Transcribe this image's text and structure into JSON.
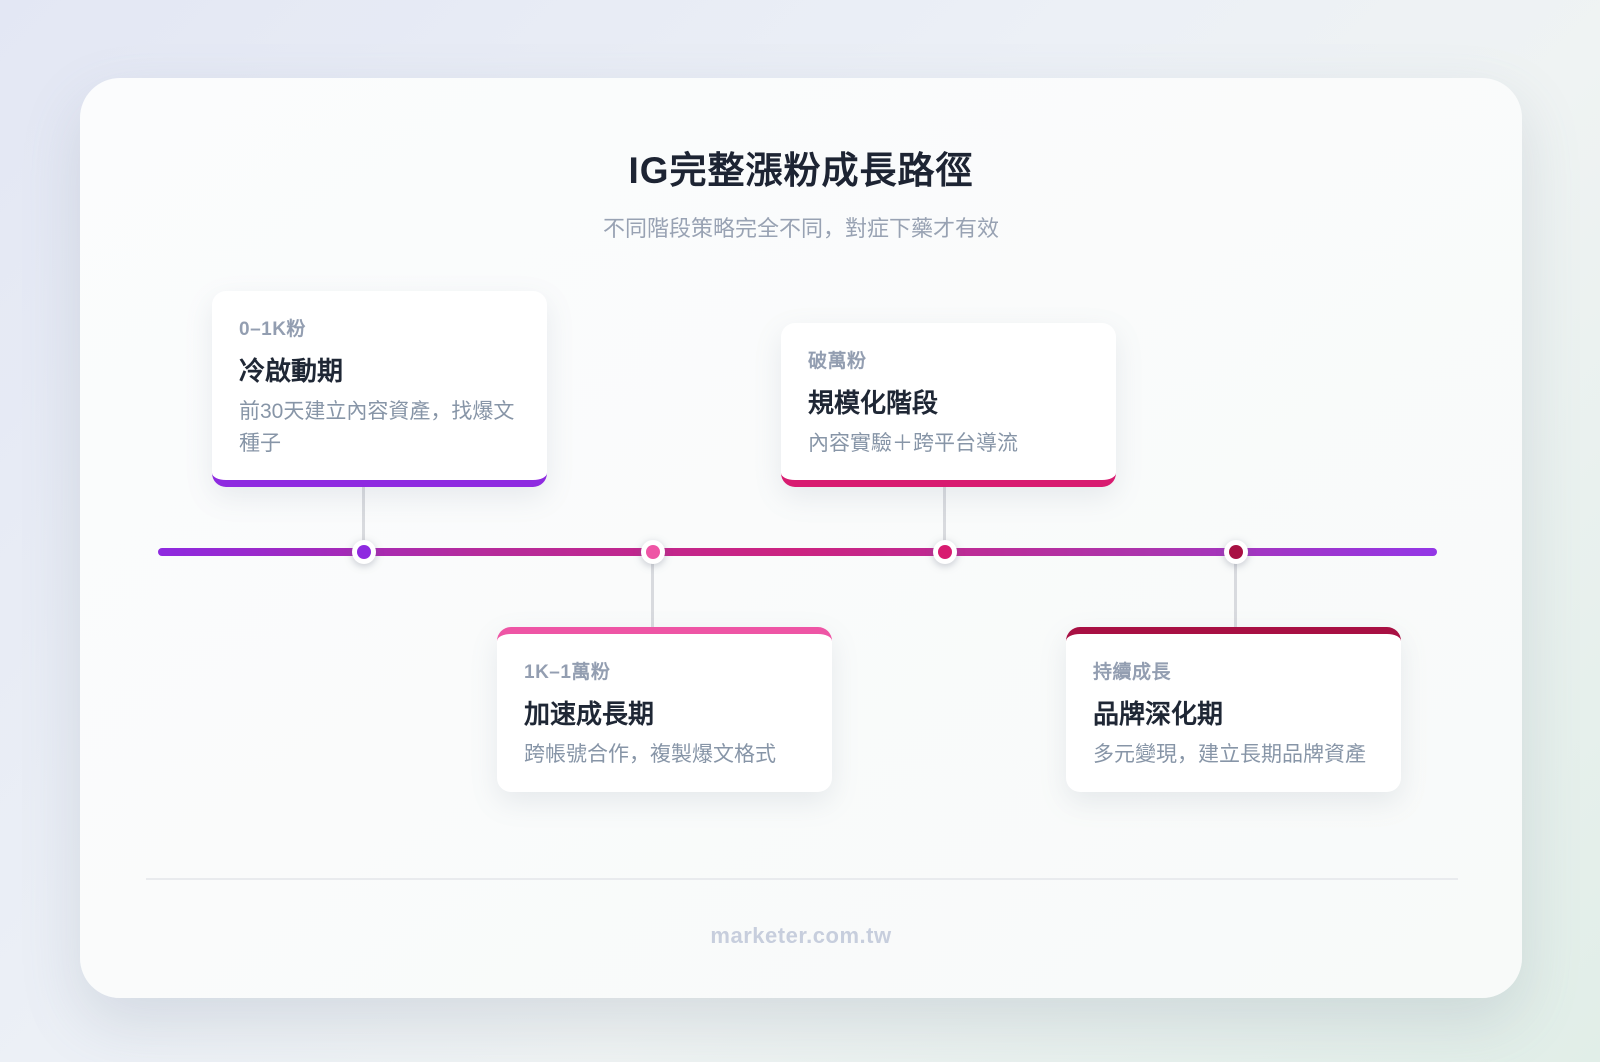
{
  "page": {
    "title": "IG完整漲粉成長路徑",
    "subtitle": "不同階段策略完全不同，對症下藥才有效",
    "footer": "marketer.com.tw"
  },
  "timeline": {
    "line_gradient": [
      "#8e2ae0",
      "#cc2380",
      "#9437e6"
    ],
    "stages": [
      {
        "range": "0–1K粉",
        "title": "冷啟動期",
        "desc": "前30天建立內容資產，找爆文種子",
        "accent": "#8e2ae0",
        "position": "above"
      },
      {
        "range": "1K–1萬粉",
        "title": "加速成長期",
        "desc": "跨帳號合作，複製爆文格式",
        "accent": "#ee55a5",
        "position": "below"
      },
      {
        "range": "破萬粉",
        "title": "規模化階段",
        "desc": "內容實驗＋跨平台導流",
        "accent": "#d81b70",
        "position": "above"
      },
      {
        "range": "持續成長",
        "title": "品牌深化期",
        "desc": "多元變現，建立長期品牌資產",
        "accent": "#a81043",
        "position": "below"
      }
    ]
  }
}
